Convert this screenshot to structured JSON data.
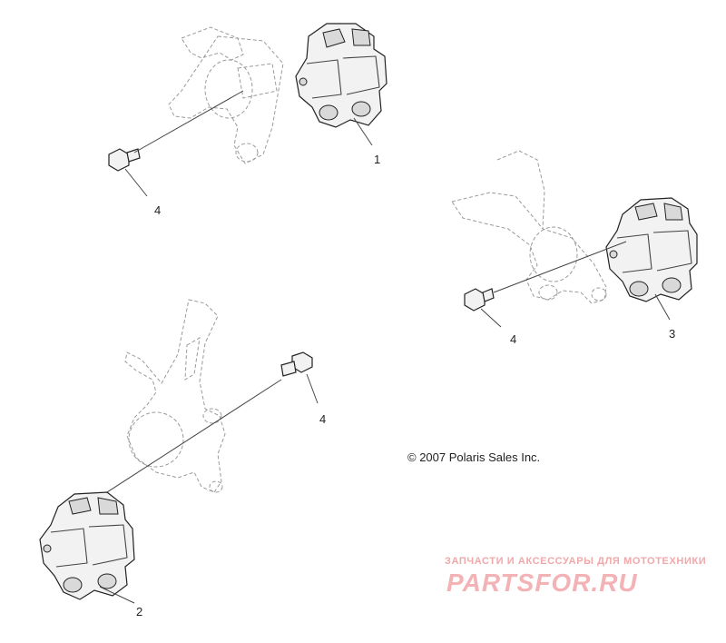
{
  "callouts": {
    "c1": "1",
    "c2": "2",
    "c3": "3",
    "c4a": "4",
    "c4b": "4",
    "c4c": "4"
  },
  "copyright": "© 2007 Polaris Sales Inc.",
  "watermark": {
    "caption": "ЗАПЧАСТИ И АКСЕССУАРЫ ДЛЯ МОТОТЕХНИКИ",
    "logo": "PARTSFOR.RU"
  },
  "colors": {
    "line": "#444444",
    "watermark": "#f3b3b6"
  }
}
